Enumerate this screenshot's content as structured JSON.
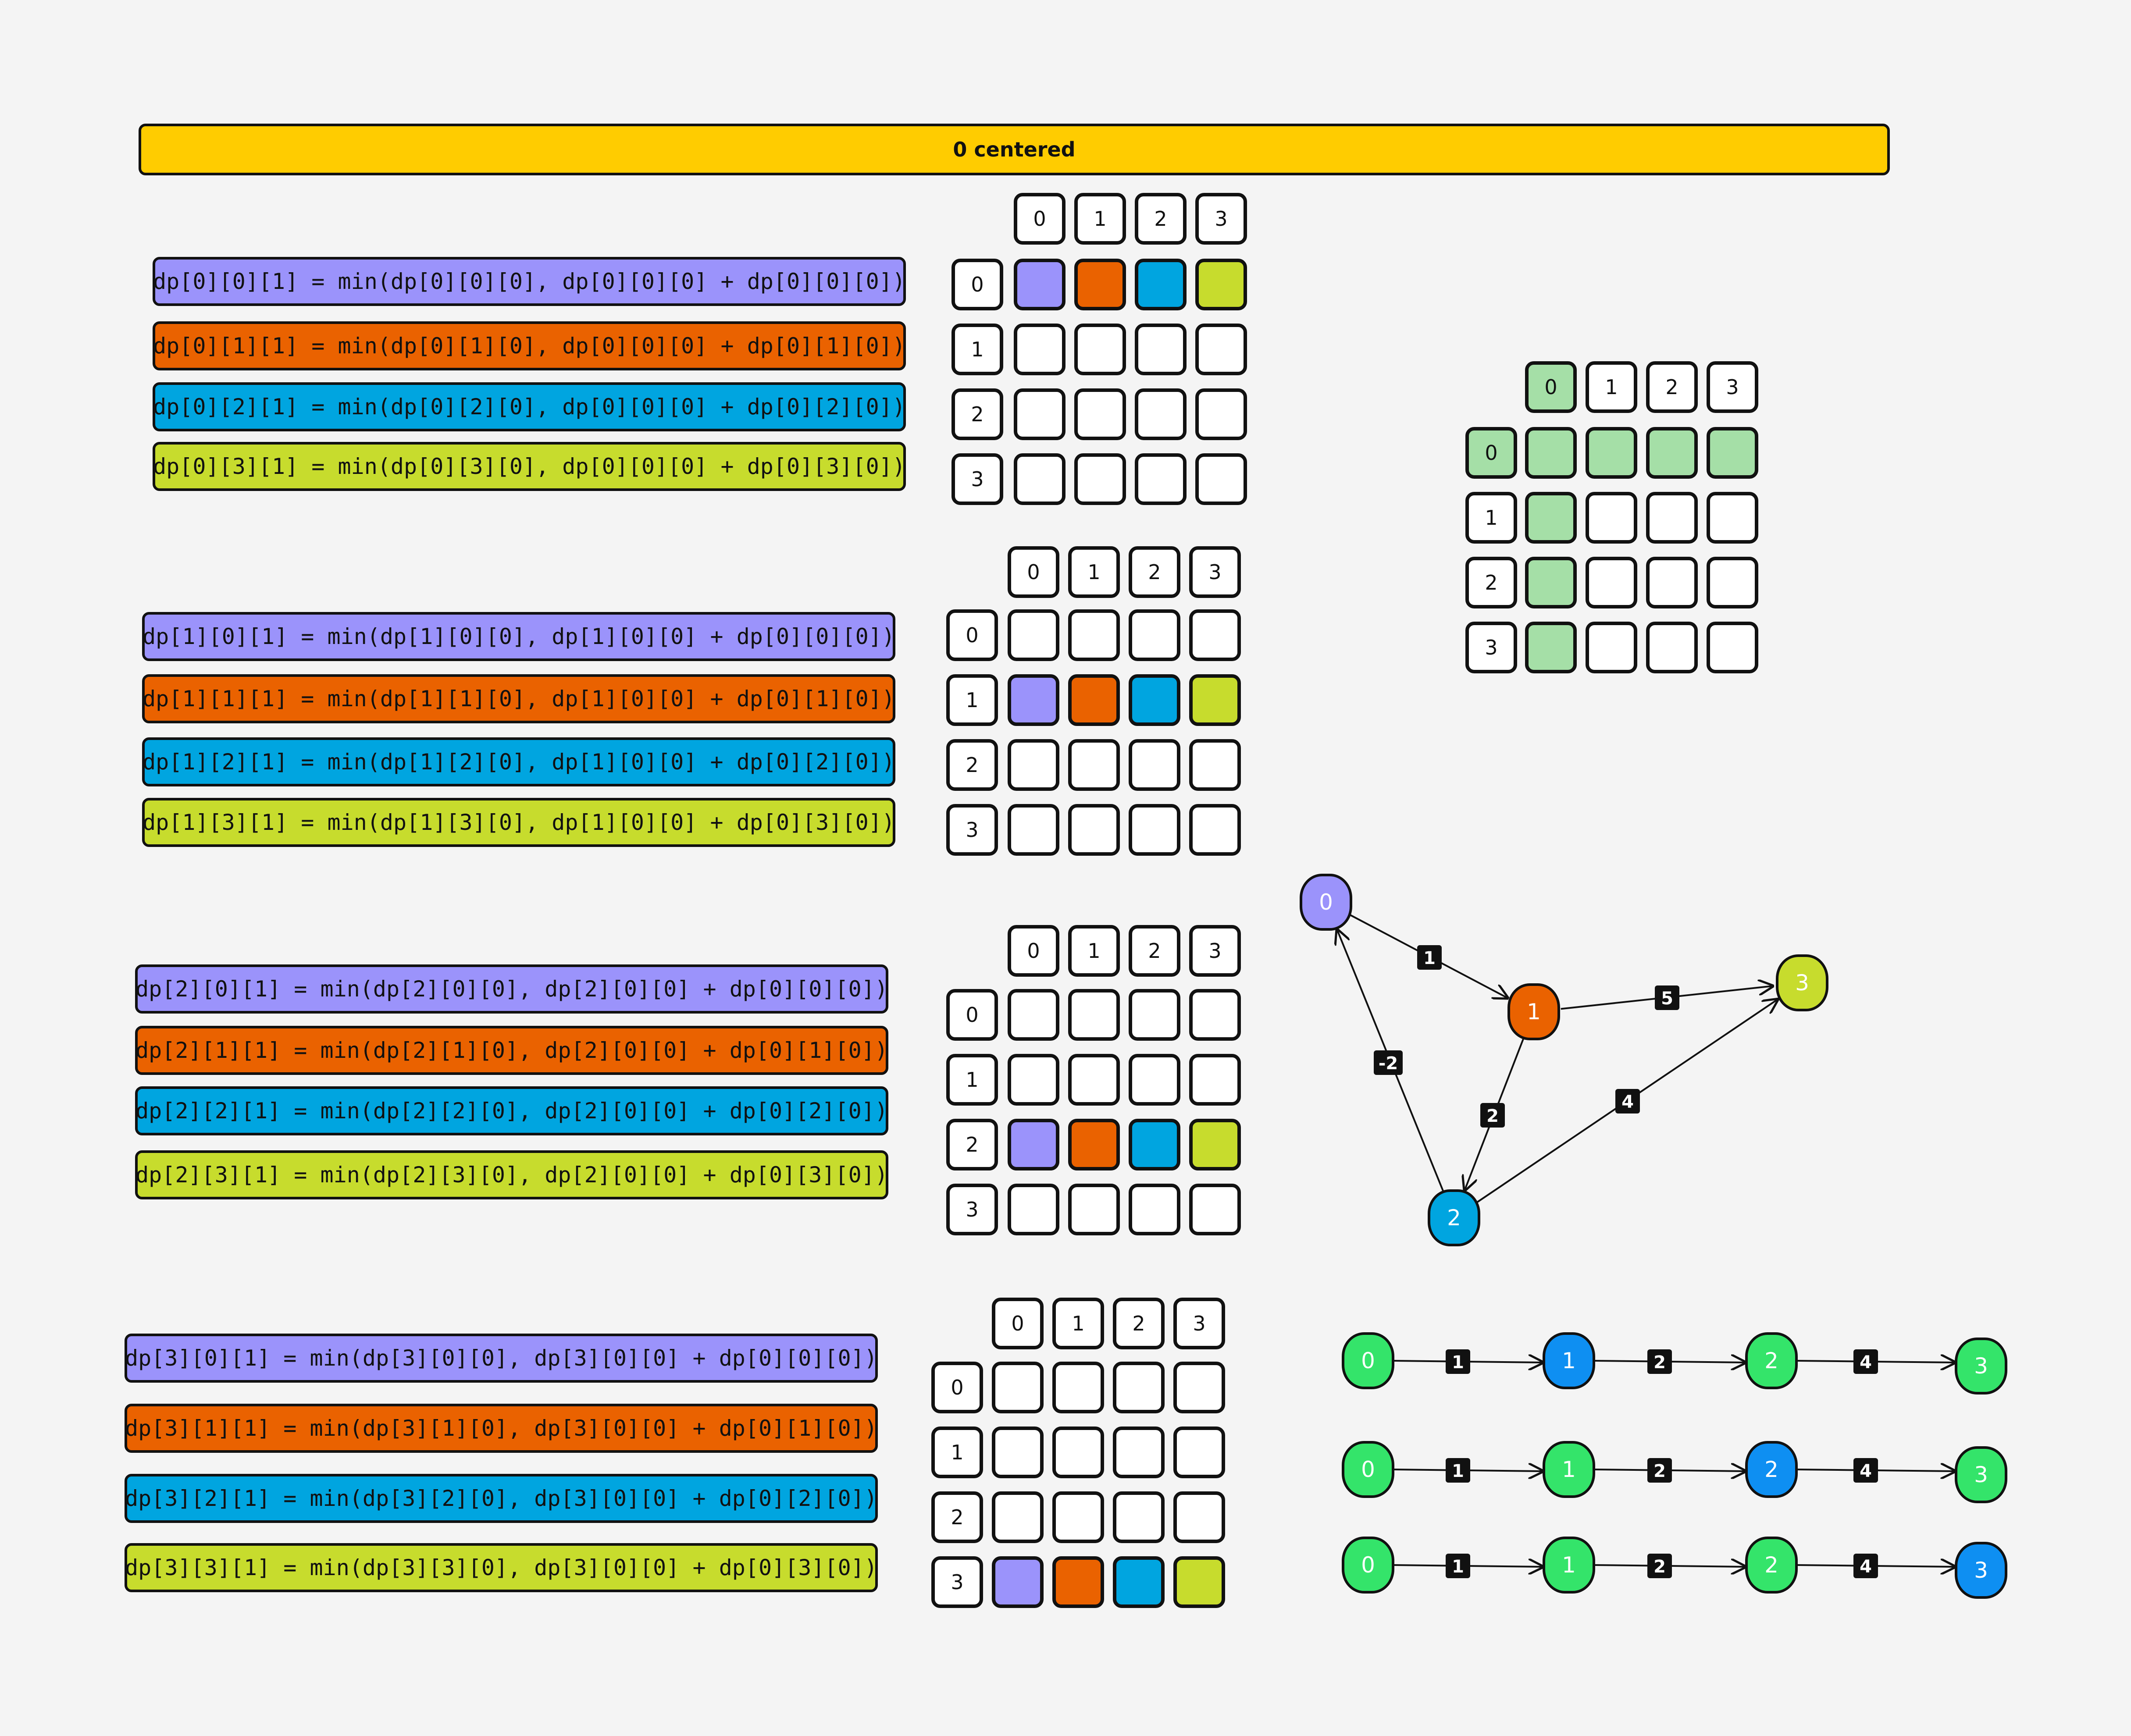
{
  "banner": "0 centered",
  "colors": {
    "purple": "#9b93fb",
    "orange": "#ea6200",
    "blue": "#00a5e0",
    "lime": "#c7dc2d",
    "green_light": "#a5dfa7",
    "node_green": "#34e46a",
    "node_blue": "#0e8ff2"
  },
  "groups": [
    {
      "row": 0,
      "formulas": [
        {
          "text": "dp[0][0][1] = min(dp[0][0][0], dp[0][0][0] + dp[0][0][0])",
          "color": "#9b93fb"
        },
        {
          "text": "dp[0][1][1] = min(dp[0][1][0], dp[0][0][0] + dp[0][1][0])",
          "color": "#ea6200"
        },
        {
          "text": "dp[0][2][1] = min(dp[0][2][0], dp[0][0][0] + dp[0][2][0])",
          "color": "#00a5e0"
        },
        {
          "text": "dp[0][3][1] = min(dp[0][3][0], dp[0][0][0] + dp[0][3][0])",
          "color": "#c7dc2d"
        }
      ]
    },
    {
      "row": 1,
      "formulas": [
        {
          "text": "dp[1][0][1] = min(dp[1][0][0], dp[1][0][0] + dp[0][0][0])",
          "color": "#9b93fb"
        },
        {
          "text": "dp[1][1][1] = min(dp[1][1][0], dp[1][0][0] + dp[0][1][0])",
          "color": "#ea6200"
        },
        {
          "text": "dp[1][2][1] = min(dp[1][2][0], dp[1][0][0] + dp[0][2][0])",
          "color": "#00a5e0"
        },
        {
          "text": "dp[1][3][1] = min(dp[1][3][0], dp[1][0][0] + dp[0][3][0])",
          "color": "#c7dc2d"
        }
      ]
    },
    {
      "row": 2,
      "formulas": [
        {
          "text": "dp[2][0][1] = min(dp[2][0][0], dp[2][0][0] + dp[0][0][0])",
          "color": "#9b93fb"
        },
        {
          "text": "dp[2][1][1] = min(dp[2][1][0], dp[2][0][0] + dp[0][1][0])",
          "color": "#ea6200"
        },
        {
          "text": "dp[2][2][1] = min(dp[2][2][0], dp[2][0][0] + dp[0][2][0])",
          "color": "#00a5e0"
        },
        {
          "text": "dp[2][3][1] = min(dp[2][3][0], dp[2][0][0] + dp[0][3][0])",
          "color": "#c7dc2d"
        }
      ]
    },
    {
      "row": 3,
      "formulas": [
        {
          "text": "dp[3][0][1] = min(dp[3][0][0], dp[3][0][0] + dp[0][0][0])",
          "color": "#9b93fb"
        },
        {
          "text": "dp[3][1][1] = min(dp[3][1][0], dp[3][0][0] + dp[0][1][0])",
          "color": "#ea6200"
        },
        {
          "text": "dp[3][2][1] = min(dp[3][2][0], dp[3][0][0] + dp[0][2][0])",
          "color": "#00a5e0"
        },
        {
          "text": "dp[3][3][1] = min(dp[3][3][0], dp[3][0][0] + dp[0][3][0])",
          "color": "#c7dc2d"
        }
      ]
    }
  ],
  "grid_labels": [
    "0",
    "1",
    "2",
    "3"
  ],
  "main_graph": {
    "nodes": [
      {
        "id": "0",
        "label": "0",
        "color": "#9b93fb"
      },
      {
        "id": "1",
        "label": "1",
        "color": "#ea6200"
      },
      {
        "id": "2",
        "label": "2",
        "color": "#00a5e0"
      },
      {
        "id": "3",
        "label": "3",
        "color": "#c7dc2d"
      }
    ],
    "edges": [
      {
        "from": "0",
        "to": "1",
        "weight": "1"
      },
      {
        "from": "1",
        "to": "3",
        "weight": "5"
      },
      {
        "from": "1",
        "to": "2",
        "weight": "2"
      },
      {
        "from": "2",
        "to": "3",
        "weight": "4"
      },
      {
        "from": "2",
        "to": "0",
        "weight": "-2"
      }
    ]
  },
  "paths": [
    {
      "nodes": [
        "0",
        "1",
        "2",
        "3"
      ],
      "weights": [
        "1",
        "2",
        "4"
      ],
      "highlight": 1
    },
    {
      "nodes": [
        "0",
        "1",
        "2",
        "3"
      ],
      "weights": [
        "1",
        "2",
        "4"
      ],
      "highlight": 2
    },
    {
      "nodes": [
        "0",
        "1",
        "2",
        "3"
      ],
      "weights": [
        "1",
        "2",
        "4"
      ],
      "highlight": 3
    }
  ]
}
